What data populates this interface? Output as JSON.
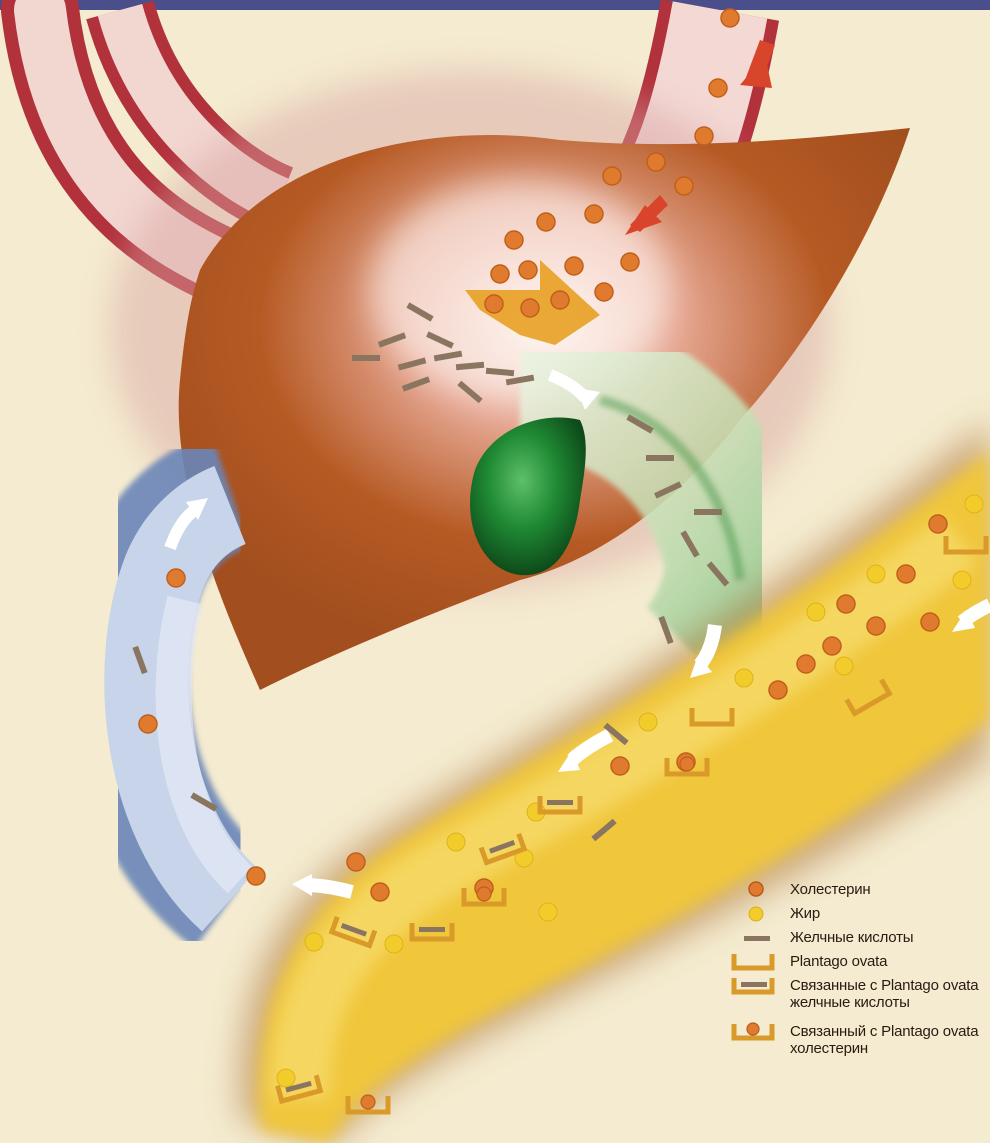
{
  "legend": {
    "cholesterol": "Холестерин",
    "fat": "Жир",
    "bile_acids": "Желчные кислоты",
    "plantago": "Plantago ovata",
    "bound_bile_acids": "Связанные с Plantago ovata желчные кислоты",
    "bound_cholesterol": "Связанный с Plantago ovata холестерин"
  },
  "colors": {
    "cholesterol": "#e07a2e",
    "fat": "#f2cc2a",
    "bile_acid": "#8a7660",
    "plantago": "#d99a2a",
    "liver": "#b35a22",
    "gallbladder": "#1f7a2e",
    "blood_vessel": "#b2323c",
    "portal_vein": "#8ea8cc",
    "intestine": "#f0c63a",
    "flow_arrow": "#ffffff",
    "inflow_arrow": "#d9452a"
  }
}
